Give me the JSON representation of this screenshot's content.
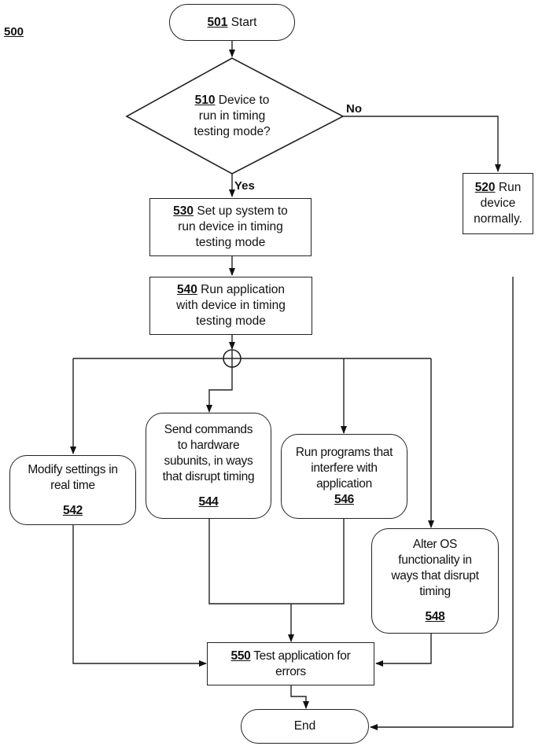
{
  "figure_number": "500",
  "nodes": {
    "start": {
      "ref": "501",
      "text": "Start"
    },
    "decision": {
      "ref": "510",
      "text_lines": [
        "Device to",
        "run in timing",
        "testing mode?"
      ]
    },
    "run_normal": {
      "ref": "520",
      "text_lines": [
        "Run",
        "device",
        "normally."
      ]
    },
    "setup": {
      "ref": "530",
      "text_lines": [
        "Set up system to",
        "run device in timing",
        "testing mode"
      ]
    },
    "run_app": {
      "ref": "540",
      "text_lines": [
        "Run application",
        "with device in timing",
        "testing mode"
      ]
    },
    "modify": {
      "ref": "542",
      "text_lines": [
        "Modify settings in",
        "real time"
      ]
    },
    "send_cmds": {
      "ref": "544",
      "text_lines": [
        "Send commands",
        "to hardware",
        "subunits, in ways",
        "that disrupt timing"
      ]
    },
    "run_programs": {
      "ref": "546",
      "text_lines": [
        "Run programs that",
        "interfere with",
        "application"
      ]
    },
    "alter_os": {
      "ref": "548",
      "text_lines": [
        "Alter OS",
        "functionality in",
        "ways that disrupt",
        "timing"
      ]
    },
    "test": {
      "ref": "550",
      "text_lines": [
        "Test application for",
        "errors"
      ]
    },
    "end": {
      "text": "End"
    }
  },
  "edge_labels": {
    "no": "No",
    "yes": "Yes"
  }
}
